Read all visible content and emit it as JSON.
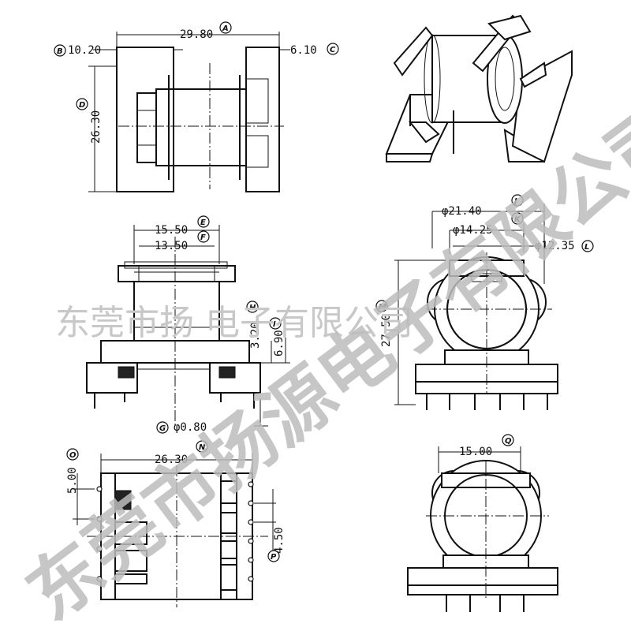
{
  "dimensions": {
    "width_top": "29.80",
    "flange_left": "10.20",
    "flange_right": "6.10",
    "height_top": "26.30",
    "width_e": "15.50",
    "width_f": "13.50",
    "h_offset": "3.20",
    "i_offset": "6.90",
    "pin_dia": "φ0.80",
    "outer_dia": "φ21.40",
    "inner_dia": "φ14.25",
    "core_dia": "φ12.35",
    "height_m": "27.50",
    "width_n": "26.30",
    "pitch_o": "5.00",
    "pitch_p": "4.50",
    "width_q": "15.00"
  },
  "labels": {
    "A": "A",
    "B": "B",
    "C": "C",
    "D": "D",
    "E": "E",
    "F": "F",
    "G": "G",
    "H": "H",
    "I": "I",
    "J": "J",
    "K": "K",
    "L": "L",
    "M": "M",
    "N": "N",
    "O": "O",
    "P": "P",
    "Q": "Q"
  },
  "watermark": {
    "line1": "东莞市扬 电子有限公司",
    "line2": "东莞市扬源电子有限公司"
  }
}
